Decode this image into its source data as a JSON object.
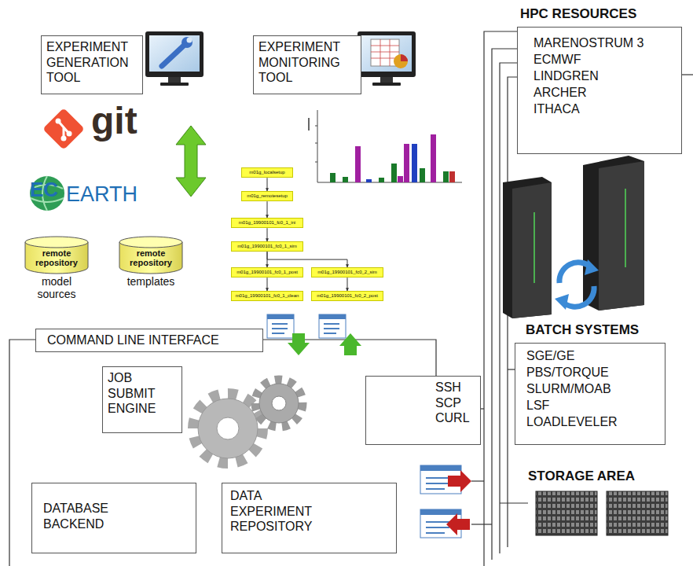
{
  "diagram": {
    "nodes": [
      {
        "text": [
          "EXPERIMENT GENERATION TOOL"
        ]
      },
      {
        "text": [
          "EXPERIMENT MONITORING TOOL"
        ]
      },
      {
        "text": [
          "remote repository",
          "model sources"
        ]
      },
      {
        "text": [
          "remote repository",
          "templates"
        ]
      },
      {
        "text": [
          "m01g_localsetup"
        ]
      },
      {
        "text": [
          "m01g_remotesetup"
        ]
      },
      {
        "text": [
          "m01g_19900101_fc0_1_ini"
        ]
      },
      {
        "text": [
          "m01g_19900101_fc0_1_sim"
        ]
      },
      {
        "text": [
          "m01g_19900101_fc0_1_post"
        ]
      },
      {
        "text": [
          "m01g_19900101_fc0_2_sim"
        ]
      },
      {
        "text": [
          "m01g_19900101_fc0_1_clean"
        ]
      },
      {
        "text": [
          "m01g_19900101_fc0_2_post"
        ]
      },
      {
        "text": [
          "COMMAND LINE INTERFACE"
        ]
      },
      {
        "text": [
          "JOB SUBMIT ENGINE"
        ]
      },
      {
        "text": [
          "SSH SCP CURL"
        ]
      },
      {
        "text": [
          "HPC RESOURCES",
          "MARENOSTRUM 3",
          "ECMWF",
          "LINDGREN",
          "ARCHER",
          "ITHACA"
        ]
      },
      {
        "text": [
          "BATCH SYSTEMS",
          "SGE/GE",
          "PBS/TORQUE",
          "SLURM/MOAB",
          "LSF",
          "LOADLEVELER"
        ]
      },
      {
        "text": [
          "DATABASE BACKEND"
        ]
      },
      {
        "text": [
          "DATA EXPERIMENT REPOSITORY"
        ]
      }
    ],
    "edges": [
      {
        "from": 4,
        "to": 5,
        "arrow": "to"
      },
      {
        "from": 5,
        "to": 6,
        "arrow": "to"
      },
      {
        "from": 6,
        "to": 7,
        "arrow": "to"
      },
      {
        "from": 7,
        "to": 8,
        "arrow": "to"
      },
      {
        "from": 7,
        "to": 9,
        "arrow": "to"
      },
      {
        "from": 8,
        "to": 10,
        "arrow": "to"
      },
      {
        "from": 9,
        "to": 11,
        "arrow": "to"
      }
    ],
    "labels": [
      "git",
      "EC",
      "EARTH",
      "STORAGE AREA"
    ]
  }
}
